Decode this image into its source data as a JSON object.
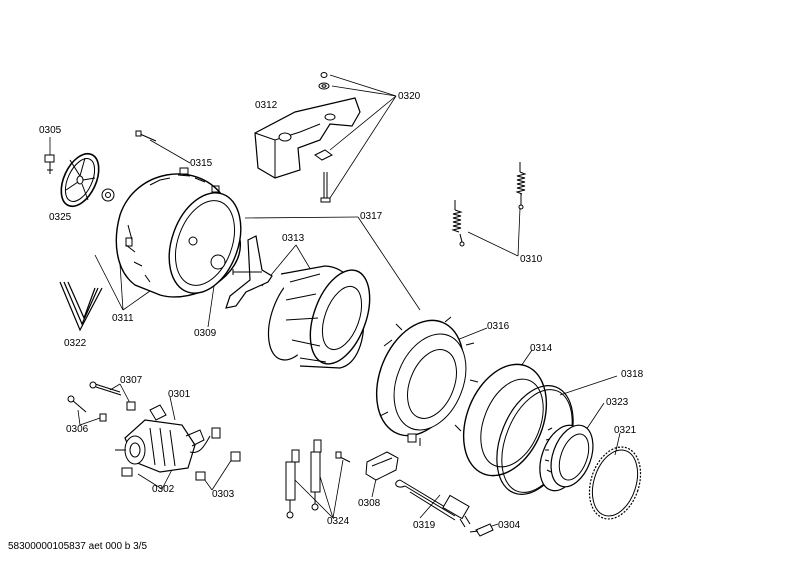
{
  "diagram": {
    "parts": [
      {
        "id": "p0305",
        "label": "0305"
      },
      {
        "id": "p0325",
        "label": "0325"
      },
      {
        "id": "p0315",
        "label": "0315"
      },
      {
        "id": "p0312",
        "label": "0312"
      },
      {
        "id": "p0320",
        "label": "0320"
      },
      {
        "id": "p0317",
        "label": "0317"
      },
      {
        "id": "p0313",
        "label": "0313"
      },
      {
        "id": "p0310",
        "label": "0310"
      },
      {
        "id": "p0311",
        "label": "0311"
      },
      {
        "id": "p0309",
        "label": "0309"
      },
      {
        "id": "p0322",
        "label": "0322"
      },
      {
        "id": "p0316",
        "label": "0316"
      },
      {
        "id": "p0314",
        "label": "0314"
      },
      {
        "id": "p0318",
        "label": "0318"
      },
      {
        "id": "p0323",
        "label": "0323"
      },
      {
        "id": "p0321",
        "label": "0321"
      },
      {
        "id": "p0307",
        "label": "0307"
      },
      {
        "id": "p0301",
        "label": "0301"
      },
      {
        "id": "p0306",
        "label": "0306"
      },
      {
        "id": "p0302",
        "label": "0302"
      },
      {
        "id": "p0303",
        "label": "0303"
      },
      {
        "id": "p0324",
        "label": "0324"
      },
      {
        "id": "p0308",
        "label": "0308"
      },
      {
        "id": "p0319",
        "label": "0319"
      },
      {
        "id": "p0304",
        "label": "0304"
      }
    ],
    "footer": "58300000105837 aet 000 b 3/5"
  }
}
